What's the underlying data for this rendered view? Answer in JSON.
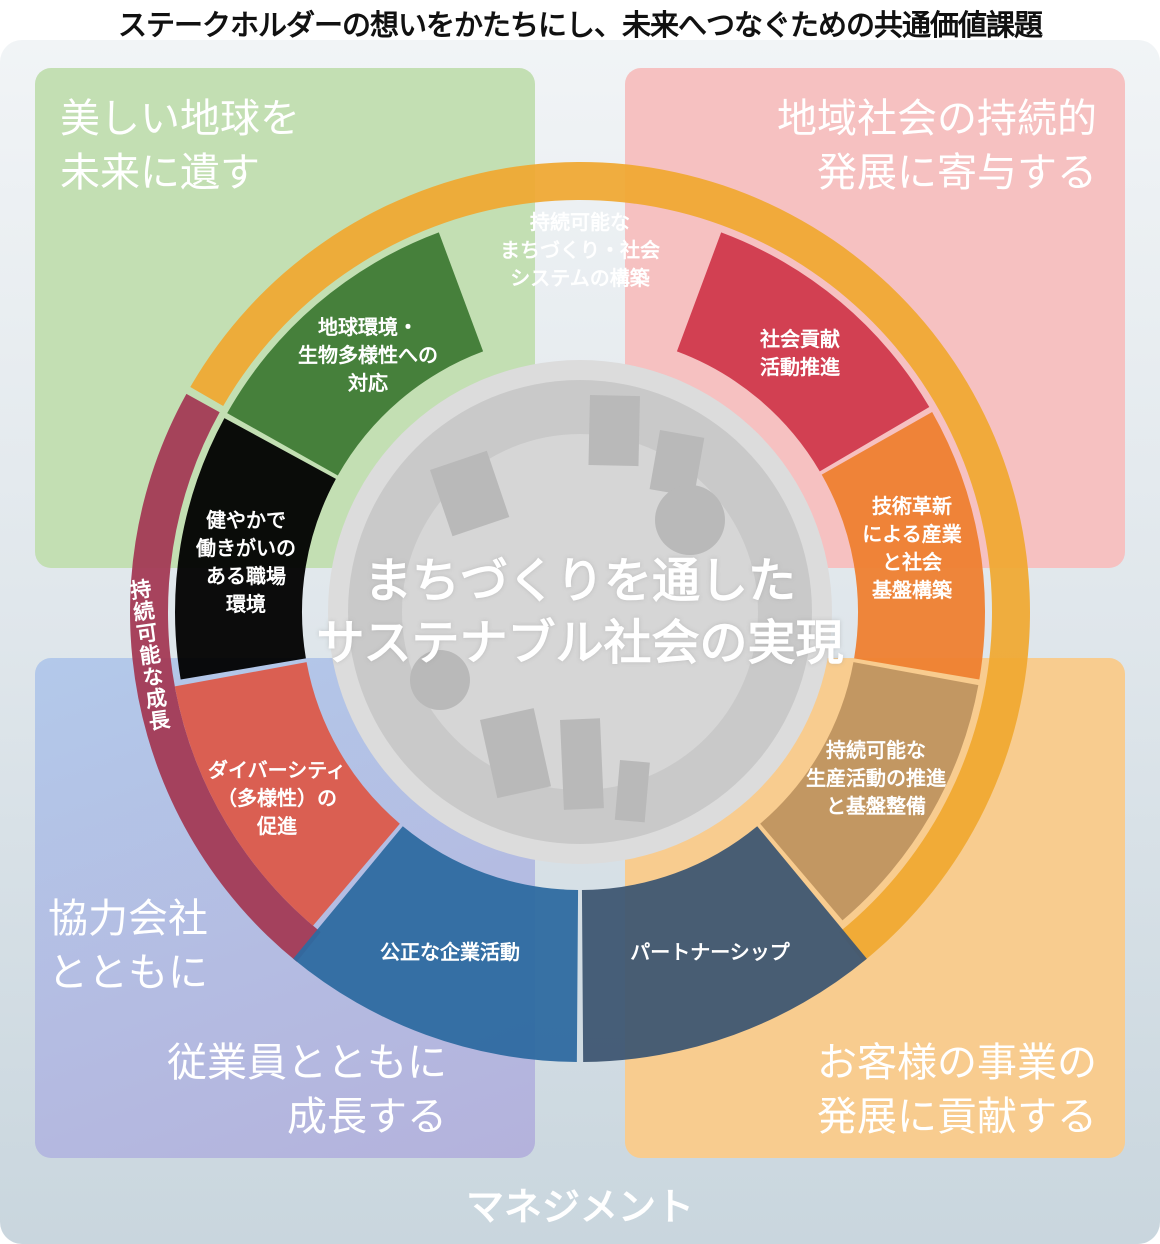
{
  "title": "ステークホルダーの想いをかたちにし、未来へつなぐための共通価値課題",
  "quadrants": {
    "top_left": "美しい地球を\n未来に遺す",
    "top_right": "地域社会の持続的\n発展に寄与する",
    "bottom_left_a": "協力会社\nとともに",
    "bottom_left_b": "従業員とともに\n成長する",
    "bottom_right": "お客様の事業の\n発展に貢献する"
  },
  "ring": {
    "top": "持続可能な\nまちづくり・社会\nシステムの構築",
    "left": "持続可能な成長"
  },
  "segments": {
    "environment": "地球環境・\n生物多様性への\n対応",
    "social": "社会貢献\n活動推進",
    "innovation": "技術革新\nによる産業\nと社会\n基盤構築",
    "production": "持続可能な\n生産活動の推進\nと基盤整備",
    "partnership": "パートナーシップ",
    "fair": "公正な企業活動",
    "diversity": "ダイバーシティ\n（多様性）の\n促進",
    "workplace": "健やかで\n働きがいの\nある職場\n環境"
  },
  "center": "まちづくりを通した\nサステナブル社会の実現",
  "footer": "マネジメント",
  "colors": {
    "ring": "#f0a830",
    "crimson": "#a33a55",
    "environment": "#3f7a35",
    "social": "#d0394c",
    "innovation": "#ee7f30",
    "production": "#bf9460",
    "partnership": "#3e5672",
    "fair": "#2e6aa0",
    "diversity": "#dc5a4a"
  }
}
